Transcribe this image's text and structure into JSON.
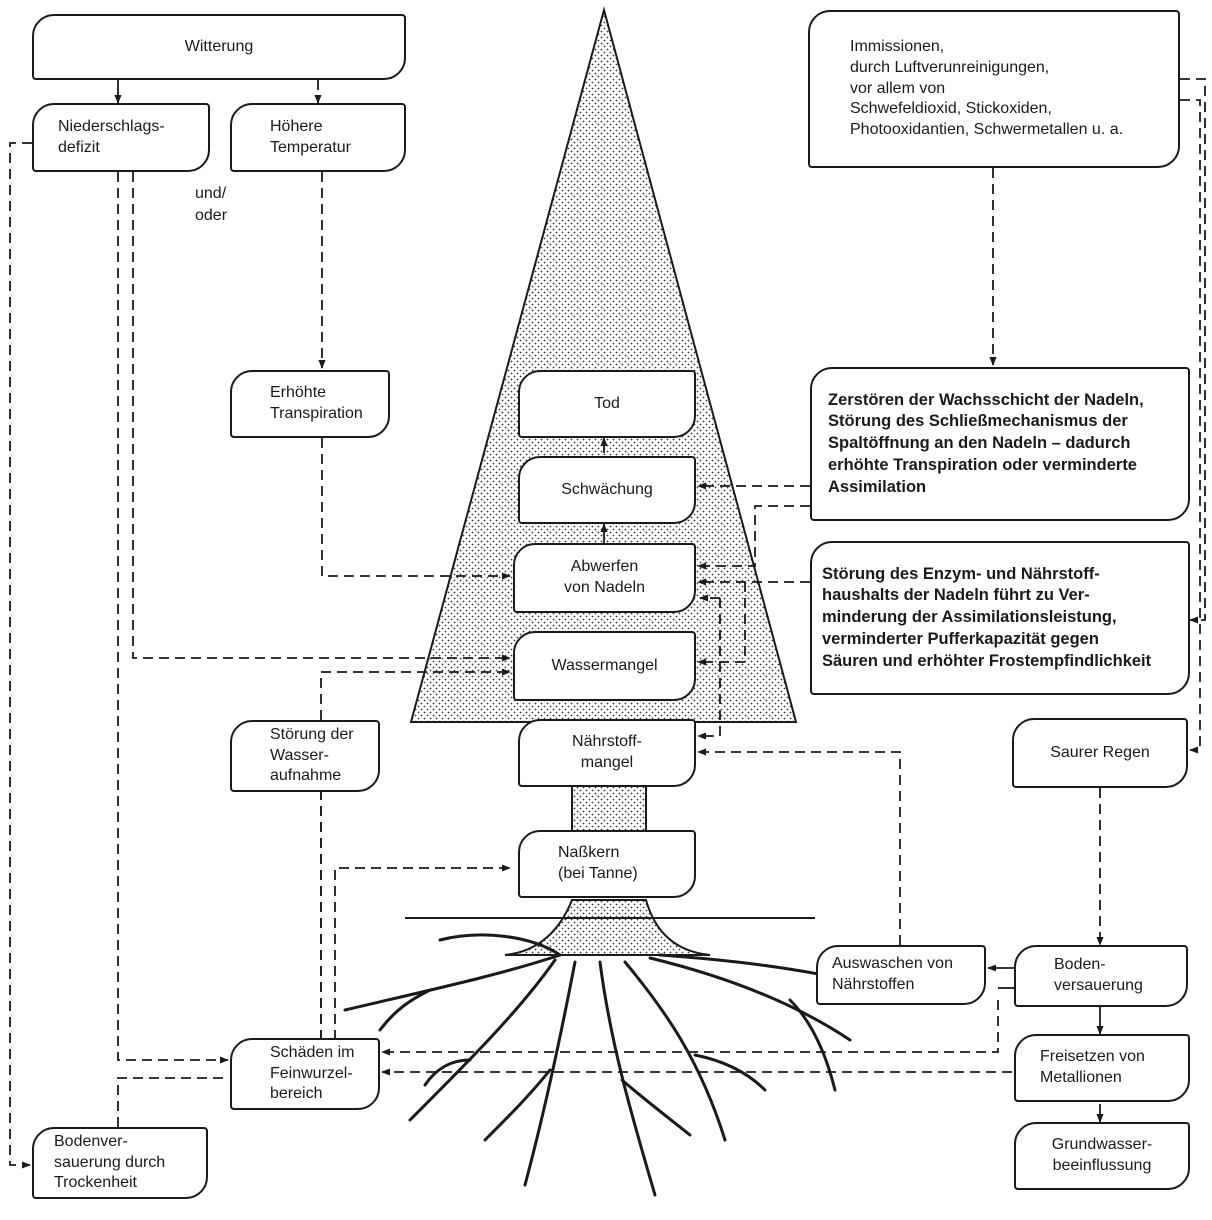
{
  "nodes": {
    "witterung": "Witterung",
    "niederschlag": "Niederschlags-\ndefizit",
    "hoehere_temp": "Höhere\nTemperatur",
    "und_oder": "und/\noder",
    "immissionen": "Immissionen,\ndurch Luftverunreinigungen,\nvor allem von\nSchwefeldioxid, Stickoxiden,\nPhotooxidantien, Schwermetallen u. a.",
    "erhoehte_transpiration": "Erhöhte\nTranspiration",
    "tod": "Tod",
    "schwaechung": "Schwächung",
    "abwerfen": "Abwerfen\nvon Nadeln",
    "wassermangel": "Wassermangel",
    "naehrstoffmangel": "Nährstoff-\nmangel",
    "nasskern": "Naßkern\n(bei Tanne)",
    "zerstoeren": "Zerstören der Wachsschicht der Nadeln,\nStörung des Schließmechanismus der\nSpaltöffnung an den Nadeln – dadurch\nerhöhte Transpiration oder verminderte\nAssimilation",
    "stoerung_enzym": "Störung des Enzym- und Nährstoff-\nhaushalts der Nadeln führt zu Ver-\nminderung der Assimilationsleistung,\nverminderter Pufferkapazität gegen\nSäuren und erhöhter Frostempfindlichkeit",
    "stoerung_wasser": "Störung der\nWasser-\naufnahme",
    "saurer_regen": "Saurer Regen",
    "auswaschen": "Auswaschen von\nNährstoffen",
    "bodenversauerung": "Boden-\nversauerung",
    "schaeden": "Schäden im\nFeinwurzel-\nbereich",
    "freisetzen": "Freisetzen von\nMetallionen",
    "bodenvers_trocken": "Bodenver-\nsauerung durch\nTrockenheit",
    "grundwasser": "Grundwasser-\nbeeinflussung"
  }
}
